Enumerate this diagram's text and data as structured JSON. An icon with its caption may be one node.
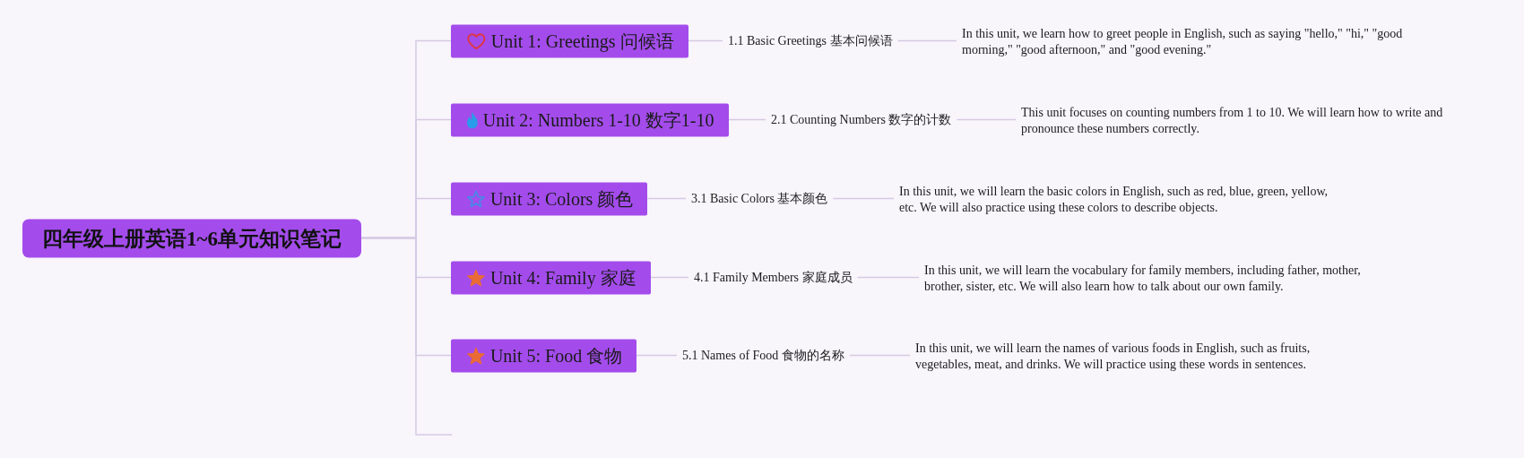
{
  "diagram": {
    "nodes": [
      {
        "text": [
          "四年级上册英语1~6单元知识笔记"
        ]
      },
      {
        "text": [
          "Unit 1: Greetings 问候语"
        ]
      },
      {
        "text": [
          "1.1 Basic Greetings 基本问候语"
        ]
      },
      {
        "text": [
          "In this unit, we learn how to greet people in English, such as saying \"hello,\" \"hi,\" \"good morning,\" \"good afternoon,\" and \"good evening.\""
        ]
      },
      {
        "text": [
          "Unit 2: Numbers 1-10 数字1-10"
        ]
      },
      {
        "text": [
          "2.1 Counting Numbers 数字的计数"
        ]
      },
      {
        "text": [
          "This unit focuses on counting numbers from 1 to 10. We will learn how to write and pronounce these numbers correctly."
        ]
      },
      {
        "text": [
          "Unit 3: Colors 颜色"
        ]
      },
      {
        "text": [
          "3.1 Basic Colors 基本颜色"
        ]
      },
      {
        "text": [
          "In this unit, we will learn the basic colors in English, such as red, blue, green, yellow, etc. We will also practice using these colors to describe objects."
        ]
      },
      {
        "text": [
          "Unit 4: Family 家庭"
        ]
      },
      {
        "text": [
          "4.1 Family Members 家庭成员"
        ]
      },
      {
        "text": [
          "In this unit, we will learn the vocabulary for family members, including father, mother, brother, sister, etc. We will also learn how to talk about our own family."
        ]
      },
      {
        "text": [
          "Unit 5: Food 食物"
        ]
      },
      {
        "text": [
          "5.1 Names of Food 食物的名称"
        ]
      },
      {
        "text": [
          "In this unit, we will learn the names of various foods in English, such as fruits, vegetables, meat, and drinks. We will practice using these words in sentences."
        ]
      }
    ],
    "edges": [
      {
        "from": 0,
        "to": 1,
        "arrow": "none"
      },
      {
        "from": 1,
        "to": 2,
        "arrow": "none"
      },
      {
        "from": 2,
        "to": 3,
        "arrow": "none"
      },
      {
        "from": 0,
        "to": 4,
        "arrow": "none"
      },
      {
        "from": 4,
        "to": 5,
        "arrow": "none"
      },
      {
        "from": 5,
        "to": 6,
        "arrow": "none"
      },
      {
        "from": 0,
        "to": 7,
        "arrow": "none"
      },
      {
        "from": 7,
        "to": 8,
        "arrow": "none"
      },
      {
        "from": 8,
        "to": 9,
        "arrow": "none"
      },
      {
        "from": 0,
        "to": 10,
        "arrow": "none"
      },
      {
        "from": 10,
        "to": 11,
        "arrow": "none"
      },
      {
        "from": 11,
        "to": 12,
        "arrow": "none"
      },
      {
        "from": 0,
        "to": 13,
        "arrow": "none"
      },
      {
        "from": 13,
        "to": 14,
        "arrow": "none"
      },
      {
        "from": 14,
        "to": 15,
        "arrow": "none"
      },
      {
        "from": 0,
        "to": null,
        "arrow": "none"
      }
    ]
  }
}
